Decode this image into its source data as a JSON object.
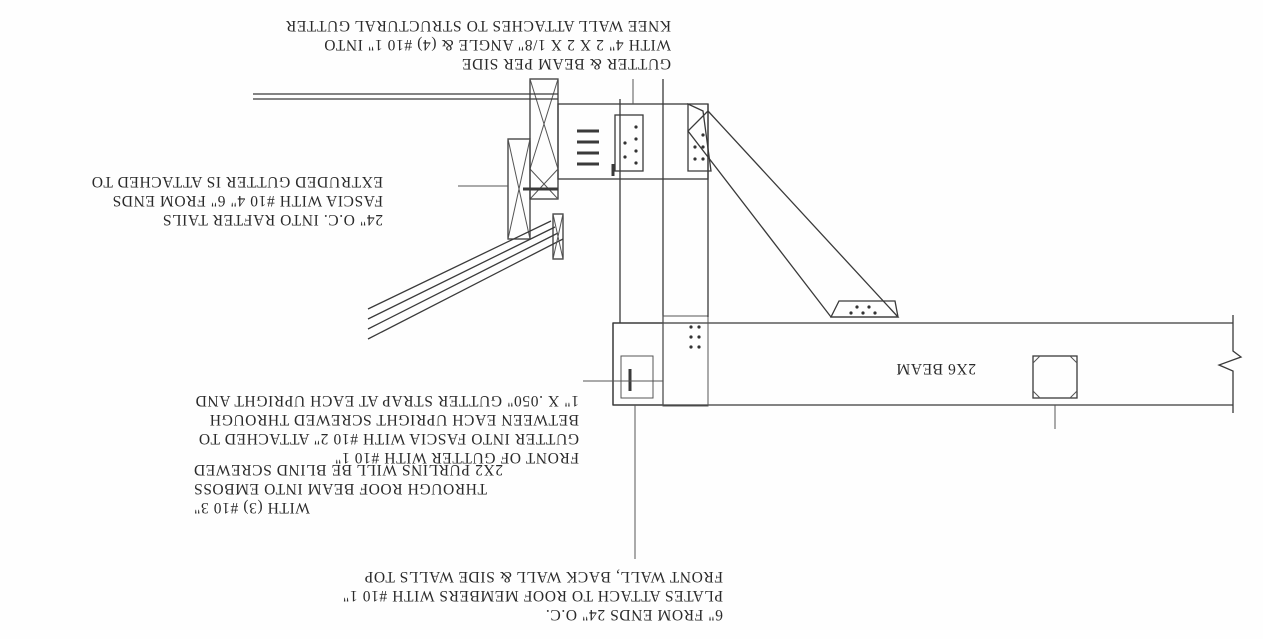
{
  "notes": {
    "front_wall": [
      "FRONT WALL, BACK WALL & SIDE WALLS TOP",
      "PLATES ATTACH TO ROOF MEMBERS WITH #10 1\"",
      "6\" FROM ENDS 24\" O.C."
    ],
    "purlins": [
      "2X2 PURLINS WILL BE BLIND SCREWED",
      "THROUGH ROOF BEAM INTO EMBOSS",
      "WITH (3) #10 3\""
    ],
    "gutter_strap": [
      "1\" X .050\" GUTTER STRAP AT EACH UPRIGHT AND",
      "BETWEEN EACH UPRIGHT SCREWED THROUGH",
      "GUTTER INTO FASCIA WITH #10 2\" ATTACHED TO",
      "FRONT OF GUTTER WITH #10 1\""
    ],
    "extruded_gutter": [
      "EXTRUDED GUTTER IS ATTACHED TO",
      "FASCIA WITH #10 4\" 6\" FROM ENDS",
      "24\" O.C. INTO RAFTER TAILS"
    ],
    "knee_wall": [
      "KNEE WALL ATTACHES TO STRUCTURAL GUTTER",
      "WITH 4\" 2 X 2 X 1/8\" ANGLE & (4) #10 1\" INTO",
      "GUTTER & BEAM PER SIDE"
    ]
  },
  "beam_label": "2X6 BEAM",
  "colors": {
    "ink": "#2a2a2a",
    "paper": "#fefefe"
  }
}
